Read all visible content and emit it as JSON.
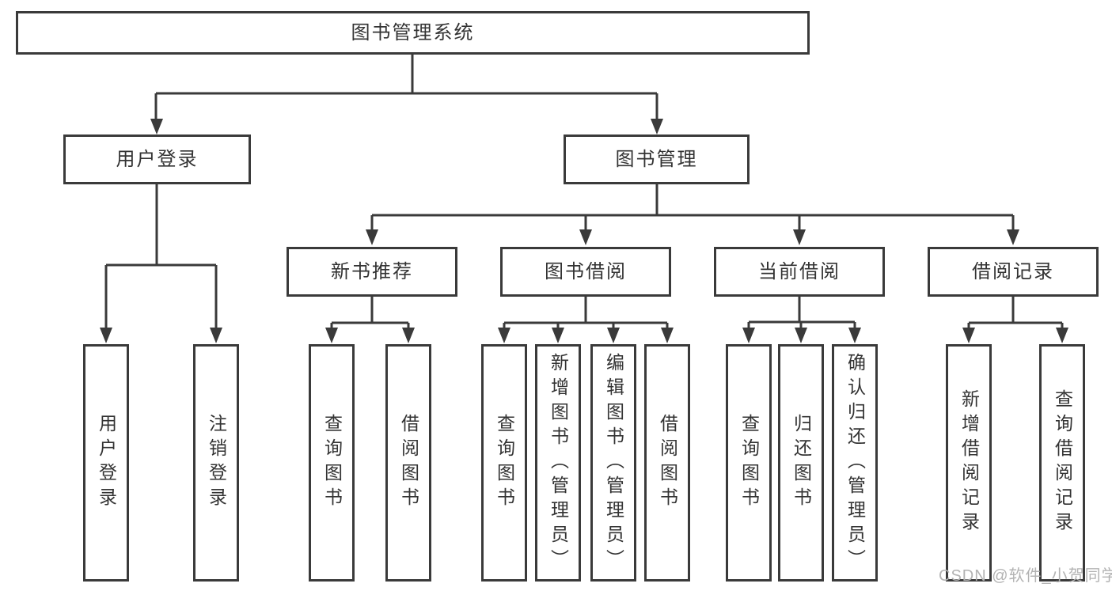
{
  "diagram_title": "图书管理系统",
  "nodes": {
    "root": "图书管理系统",
    "user_login": "用户登录",
    "book_mgmt": "图书管理",
    "new_books": "新书推荐",
    "book_borrow": "图书借阅",
    "current_borrow": "当前借阅",
    "borrow_records": "借阅记录",
    "ul_login": "用户登录",
    "ul_logout": "注销登录",
    "nb_query": "查询图书",
    "nb_borrow": "借阅图书",
    "bb_query": "查询图书",
    "bb_add": "新增图书（管理员）",
    "bb_edit": "编辑图书（管理员）",
    "bb_borrow": "借阅图书",
    "cb_query": "查询图书",
    "cb_return": "归还图书",
    "cb_confirm": "确认归还（管理员）",
    "br_add": "新增借阅记录",
    "br_query": "查询借阅记录"
  },
  "watermark": "CSDN @软件_小贺同学",
  "colors": {
    "line": "#3a3a3a",
    "text": "#333333",
    "watermark": "#b3b3b3",
    "background": "#ffffff"
  }
}
